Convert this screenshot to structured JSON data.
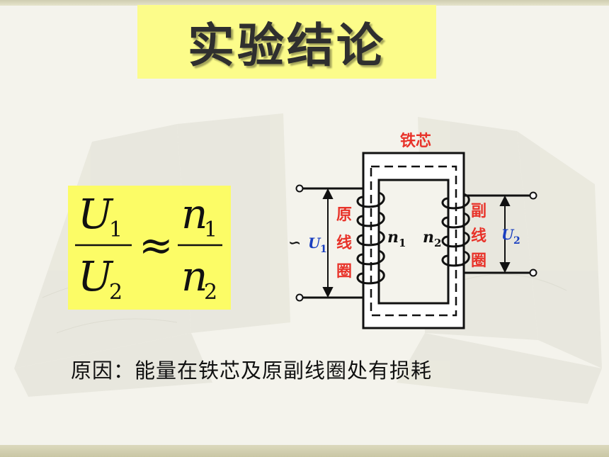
{
  "slide": {
    "title": "实验结论",
    "reason": "原因：能量在铁芯及原副线圈处有损耗"
  },
  "formula": {
    "numerator_left": "U",
    "numerator_left_sub": "1",
    "denominator_left": "U",
    "denominator_left_sub": "2",
    "operator": "≈",
    "numerator_right": "n",
    "numerator_right_sub": "1",
    "denominator_right": "n",
    "denominator_right_sub": "2"
  },
  "diagram": {
    "core_label": "铁芯",
    "primary_label": [
      "原",
      "线",
      "圈"
    ],
    "secondary_label": [
      "副",
      "线",
      "圈"
    ],
    "ac_symbol": "∽",
    "u1": "U",
    "u1_sub": "1",
    "u2": "U",
    "u2_sub": "2",
    "n1": "n",
    "n1_sub": "1",
    "n2": "n",
    "n2_sub": "2"
  },
  "colors": {
    "title_bg": "#fcfc8a",
    "formula_bg": "#fcfc66",
    "label_red": "#e8332a",
    "label_blue": "#1a3fc0"
  }
}
